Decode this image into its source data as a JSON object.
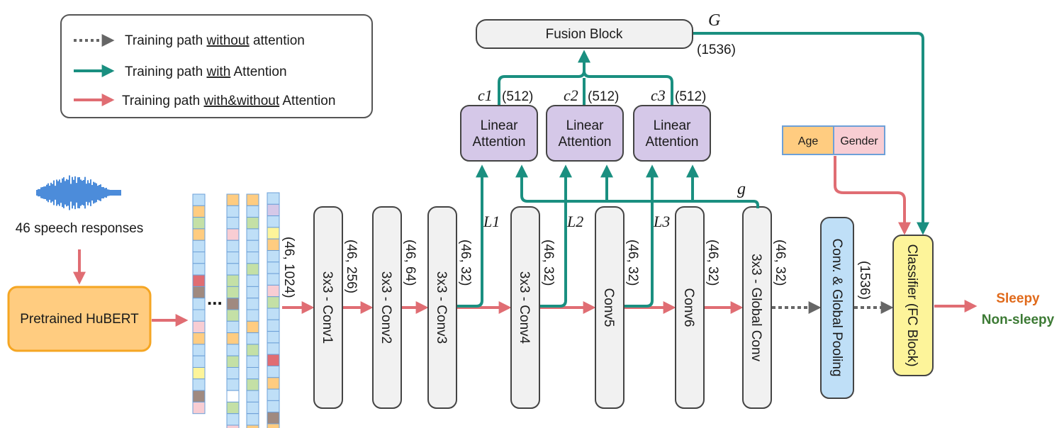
{
  "legend": {
    "without_attention": "Training path without attention",
    "with_attention": "Training path with Attention",
    "with_and_without": "Training path with&without Attention",
    "without_attention_underlined": "without",
    "with_attention_underlined": "with",
    "with_and_without_underlined": "with&without"
  },
  "input": {
    "caption": "46 speech responses",
    "hubert": "Pretrained HuBERT",
    "ellipsis": "..."
  },
  "convs": [
    {
      "label": "3x3 - Conv1",
      "out": "(46, 256)"
    },
    {
      "label": "3x3 - Conv2",
      "out": "(46, 64)"
    },
    {
      "label": "3x3 - Conv3",
      "out": "(46, 32)"
    },
    {
      "label": "3x3 - Conv4",
      "out": "(46, 32)"
    },
    {
      "label": "Conv5",
      "out": "(46, 32)"
    },
    {
      "label": "Conv6",
      "out": "(46, 32)"
    },
    {
      "label": "3x3 - Global Conv",
      "out": "(46, 32)"
    }
  ],
  "embed_shape": "(46, 1024)",
  "pooling": {
    "label": "Conv. & Global Pooling",
    "out": "(1536)"
  },
  "attention": [
    {
      "line1": "Linear",
      "line2": "Attention",
      "c": "c1",
      "dim": "(512)",
      "L": "L1"
    },
    {
      "line1": "Linear",
      "line2": "Attention",
      "c": "c2",
      "dim": "(512)",
      "L": "L2"
    },
    {
      "line1": "Linear",
      "line2": "Attention",
      "c": "c3",
      "dim": "(512)",
      "L": "L3"
    }
  ],
  "g_local": "g",
  "fusion": {
    "label": "Fusion Block",
    "dim": "(1536)",
    "G": "G"
  },
  "demographics": {
    "age": "Age",
    "gender": "Gender"
  },
  "classifier": "Classifier (FC Block)",
  "outputs": {
    "sleepy": "Sleepy",
    "non_sleepy": "Non-sleepy"
  },
  "colors": {
    "teal": "#1a8f80",
    "salmon": "#e06d73",
    "gray_arrow": "#666666",
    "conv_fill": "#f1f1f1",
    "attention_fill": "#d5c8e8",
    "hubert_fill": "#ffcc80",
    "hubert_stroke": "#f5a623",
    "pool_fill": "#bfdff7",
    "classifier_fill": "#fdf49a",
    "age_fill": "#ffcc80",
    "gender_fill": "#f8cdd3",
    "sleepy": "#e06a1b",
    "non_sleepy": "#3c7a34",
    "wave": "#1f6fd1"
  },
  "embedding_columns": [
    [
      "c",
      "o",
      "g",
      "o",
      "c",
      "c",
      "c",
      "r",
      "n",
      "c",
      "c",
      "p",
      "o",
      "c",
      "c",
      "y",
      "c",
      "n",
      "p"
    ],
    [
      "o",
      "c",
      "c",
      "p",
      "c",
      "c",
      "c",
      "g",
      "g",
      "b",
      "g",
      "c",
      "o",
      "c",
      "g",
      "c",
      "c",
      "w",
      "g",
      "c",
      "p"
    ],
    [
      "o",
      "c",
      "g",
      "c",
      "c",
      "c",
      "g",
      "c",
      "c",
      "c",
      "c",
      "o",
      "c",
      "g",
      "c",
      "c",
      "g",
      "c",
      "c",
      "c",
      "o"
    ],
    [
      "c",
      "p",
      "c",
      "y",
      "o",
      "c",
      "c",
      "c",
      "p",
      "g",
      "c",
      "c",
      "c",
      "c",
      "r",
      "c",
      "o",
      "c",
      "c",
      "b",
      "o"
    ]
  ]
}
